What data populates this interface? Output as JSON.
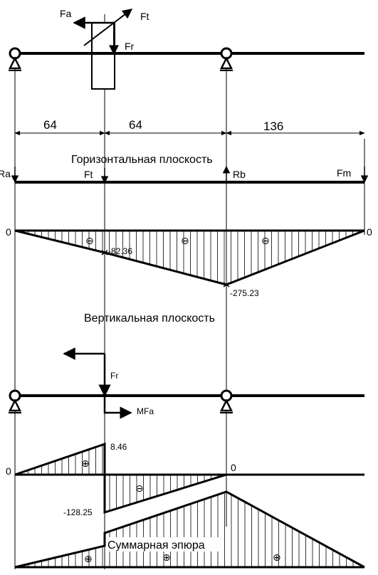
{
  "forces": {
    "fa": "Fa",
    "ft": "Ft",
    "fr": "Fr"
  },
  "dimensions": {
    "d1": "64",
    "d2": "64",
    "d3": "136"
  },
  "horizontal": {
    "title": "Горизонтальная плоскость",
    "ra": "Ra",
    "ft": "Ft",
    "rb": "Rb",
    "fm": "Fm",
    "zero_left": "0",
    "zero_right": "0",
    "value_1": "-82.36",
    "value_2": "-275.23",
    "signs": [
      "⊖",
      "⊖",
      "⊖"
    ]
  },
  "vertical": {
    "title": "Вертикальная плоскость",
    "fr": "Fr",
    "mfa": "MFa",
    "zero_left": "0",
    "zero_mid": "0",
    "value_pos": "8.46",
    "value_neg": "-128.25",
    "sign_pos": "⊕",
    "sign_neg": "⊖"
  },
  "total": {
    "title": "Суммарная эпюра",
    "signs": [
      "⊕",
      "⊕",
      "⊕"
    ]
  },
  "colors": {
    "ink": "#000000",
    "paper": "#ffffff"
  }
}
